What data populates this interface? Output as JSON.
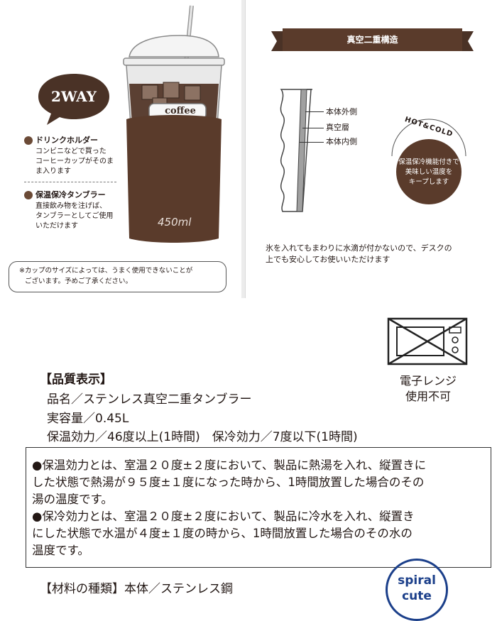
{
  "left_panel": {
    "badge": "2WAY",
    "sleeve_label": "coffee",
    "capacity_label": "450ml",
    "features": [
      {
        "title": "ドリンクホルダー",
        "lines": [
          "コンビニなどで買った",
          "コーヒーカップがそのま",
          "ま入ります"
        ]
      },
      {
        "title": "保温保冷タンブラー",
        "lines": [
          "直接飲み物を注げば、",
          "タンブラーとしてご使用",
          "いただけます"
        ]
      }
    ],
    "note_lines": [
      "※カップのサイズによっては、うまく使用できないことが",
      "ございます。予めご了承ください。"
    ]
  },
  "right_panel": {
    "banner": "真空二重構造",
    "layers": [
      "本体外側",
      "真空層",
      "本体内側"
    ],
    "arc_text": "HOT&COLD",
    "circle_lines": [
      "保温保冷機能付きで",
      "美味しい温度を",
      "キープします"
    ],
    "caption_lines": [
      "氷を入れてもまわりに水滴が付かないので、デスクの",
      "上でも安心してお使いいただけます"
    ]
  },
  "microwave": {
    "label_lines": [
      "電子レンジ",
      "使用不可"
    ]
  },
  "quality": {
    "heading": "【品質表示】",
    "lines": [
      "品名／ステンレス真空二重タンブラー",
      "実容量／0.45L",
      "保温効力／46度以上(1時間)　保冷効力／7度以下(1時間)"
    ]
  },
  "definitions": [
    [
      "●保温効力とは、室温２０度±２度において、製品に熱湯を入れ、縦置きに",
      "した状態で熱湯が９５度±１度になった時から、1時間放置した場合のその",
      "湯の温度です。"
    ],
    [
      "●保冷効力とは、室温２０度±２度において、製品に冷水を入れ、縦置き",
      "にした状態で水温が４度±１度の時から、1時間放置した場合のその水の",
      "温度です。"
    ]
  ],
  "material": "【材料の種類】本体／ステンレス鋼",
  "logo": {
    "line1": "spiral",
    "line2": "cute"
  },
  "colors": {
    "brown": "#5a3b2b",
    "dark_brown": "#4a3226",
    "text": "#231815"
  }
}
